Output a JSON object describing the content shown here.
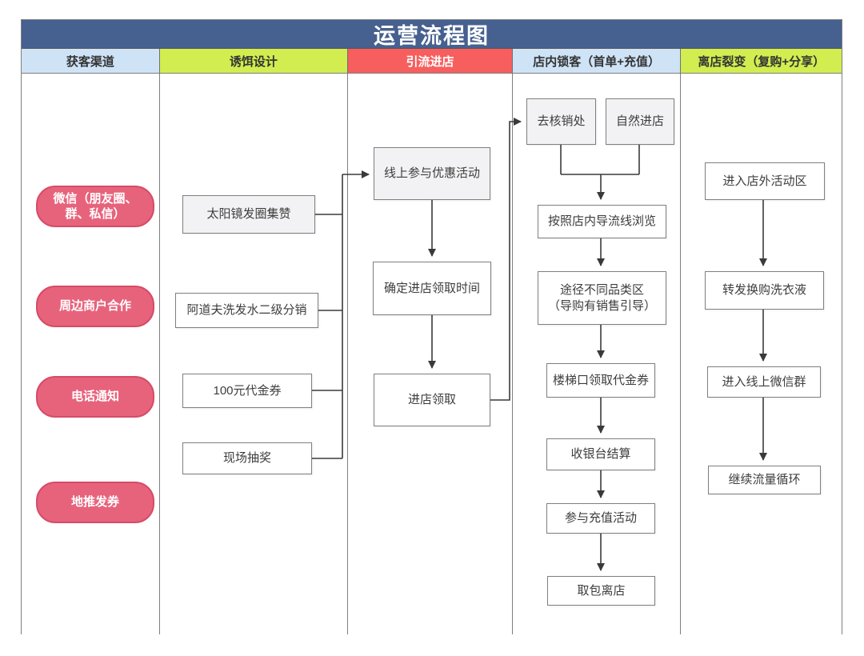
{
  "title": "运营流程图",
  "headers": {
    "channels": "获客渠道",
    "bait": "诱饵设计",
    "inflow": "引流进店",
    "lock": "店内锁客（首单+充值）",
    "fission": "离店裂变（复购+分享）"
  },
  "nodes": {
    "wechat": "微信（朋友圈、\n群、私信）",
    "merchants": "周边商户合作",
    "phone": "电话通知",
    "flyers": "地推发券",
    "sunglasses": "太阳镜发圈集赞",
    "adolph": "阿道夫洗发水二级分销",
    "voucher100": "100元代金券",
    "lottery": "现场抽奖",
    "online_activity": "线上参与优惠活动",
    "confirm_time": "确定进店领取时间",
    "store_collect": "进店领取",
    "redeem_desk": "去核销处",
    "natural_entry": "自然进店",
    "browse_route": "按照店内导流线浏览",
    "category_zones": "途径不同品类区\n（导购有销售引导）",
    "stair_voucher": "楼梯口领取代金券",
    "cashier": "收银台结算",
    "recharge": "参与充值活动",
    "leave_store": "取包离店",
    "outside_zone": "进入店外活动区",
    "detergent_swap": "转发换购洗衣液",
    "wechat_group": "进入线上微信群",
    "traffic_loop": "继续流量循环"
  },
  "colors": {
    "title_bar": "#46618f",
    "header_blue": "#cfe3f6",
    "header_green": "#d2ed4f",
    "header_red": "#f75e5e",
    "pill_fill": "#e7637c",
    "pill_border": "#d64b68",
    "box_border": "#7f7f7f",
    "box_gray_fill": "#f2f2f4",
    "connector": "#3a3a3a"
  }
}
